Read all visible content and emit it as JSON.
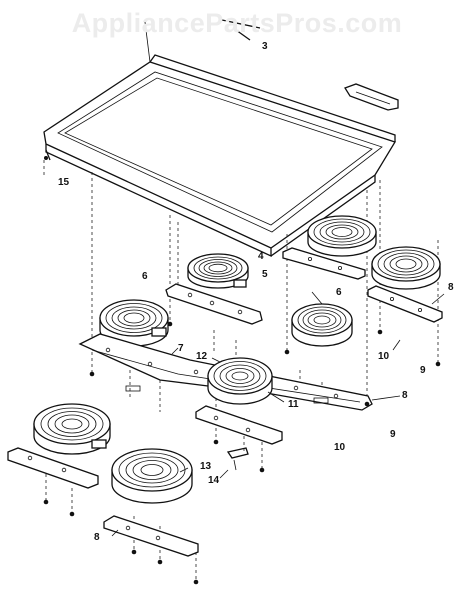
{
  "watermark": "AppliancePartsPros.com",
  "callouts": {
    "c3": "3",
    "c15": "15",
    "c4": "4",
    "c5": "5",
    "c6a": "6",
    "c6b": "6",
    "c7": "7",
    "c8a": "8",
    "c8b": "8",
    "c8c": "8",
    "c9a": "9",
    "c9b": "9",
    "c10a": "10",
    "c10b": "10",
    "c11": "11",
    "c12": "12",
    "c13": "13",
    "c14": "14"
  }
}
